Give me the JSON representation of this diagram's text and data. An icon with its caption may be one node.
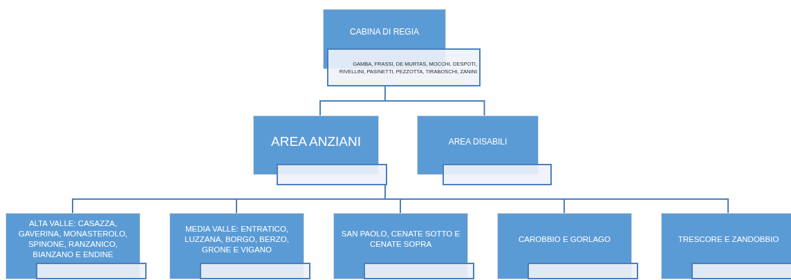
{
  "diagram": {
    "nodes": [
      {
        "text": [
          "CABINA DI REGIA",
          "GAMBA, FRASSI, DE MURTAS, MOCCHI, DESPOTI, RIVELLINI, PASINETTI, PEZZOTTA, TIRABOSCHI, ZANINI"
        ]
      },
      {
        "text": [
          "AREA ANZIANI"
        ]
      },
      {
        "text": [
          "AREA DISABILI"
        ]
      },
      {
        "text": [
          "ALTA VALLE: CASAZZA, GAVERINA, MONASTEROLO, SPINONE, RANZANICO, BIANZANO E ENDINE"
        ]
      },
      {
        "text": [
          "MEDIA VALLE: ENTRATICO, LUZZANA, BORGO, BERZO, GRONE E VIGANO"
        ]
      },
      {
        "text": [
          "SAN PAOLO, CENATE SOTTO E CENATE SOPRA"
        ]
      },
      {
        "text": [
          "CAROBBIO E GORLAGO"
        ]
      },
      {
        "text": [
          "TRESCORE E ZANDOBBIO"
        ]
      }
    ],
    "edges": [
      {
        "from": 0,
        "to": 1,
        "arrow": "none"
      },
      {
        "from": 0,
        "to": 2,
        "arrow": "none"
      },
      {
        "from": 1,
        "to": 3,
        "arrow": "none"
      },
      {
        "from": 1,
        "to": 4,
        "arrow": "none"
      },
      {
        "from": 1,
        "to": 5,
        "arrow": "none"
      },
      {
        "from": 1,
        "to": 6,
        "arrow": "none"
      },
      {
        "from": 1,
        "to": 7,
        "arrow": "none"
      }
    ]
  }
}
